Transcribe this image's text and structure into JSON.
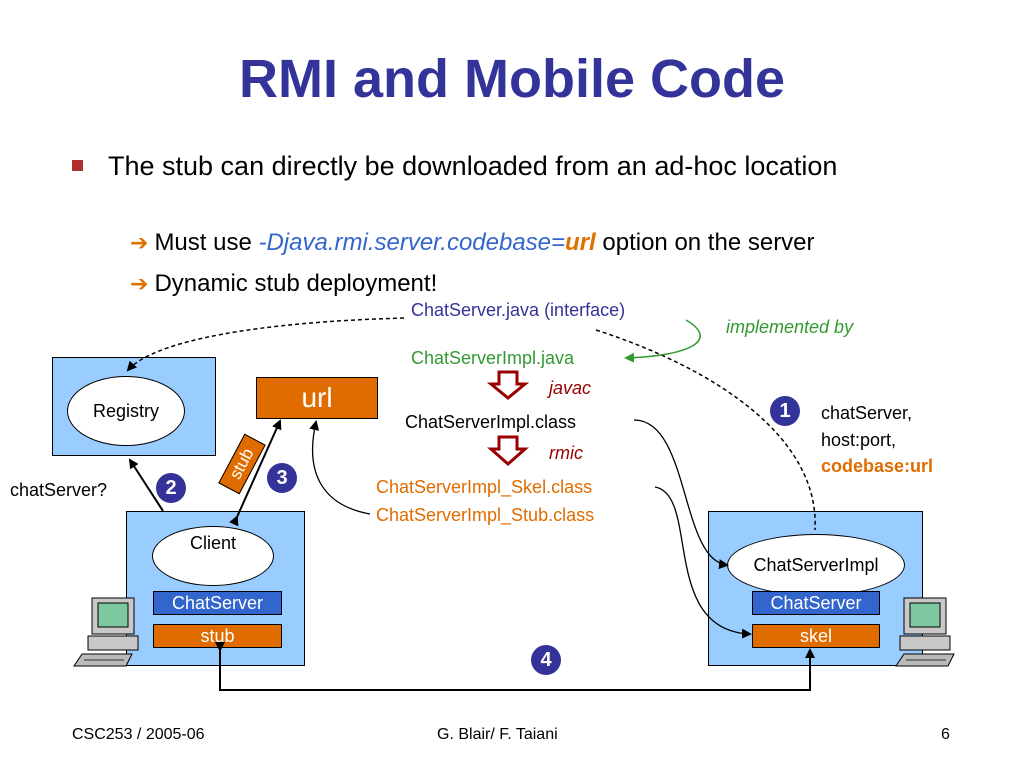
{
  "title": "RMI and Mobile Code",
  "bullet": {
    "text": "The stub can directly be downloaded from an ad-hoc location",
    "sub1_prefix": "Must use ",
    "sub1_code": "-Djava.rmi.server.codebase=",
    "sub1_url": "url",
    "sub1_suffix": " option on the server",
    "sub2": "Dynamic stub deployment!"
  },
  "diagram": {
    "interface_file": "ChatServer.java (interface)",
    "implemented_by": "implemented by",
    "impl_java": "ChatServerImpl.java",
    "javac": "javac",
    "impl_class": "ChatServerImpl.class",
    "rmic": "rmic",
    "skel_class": "ChatServerImpl_Skel.class",
    "stub_class": "ChatServerImpl_Stub.class",
    "registry": "Registry",
    "url": "url",
    "stub_tag": "stub",
    "chatserver_query": "chatServer?",
    "client": "Client",
    "client_interface": "ChatServer",
    "client_stub": "stub",
    "server_impl": "ChatServerImpl",
    "server_interface": "ChatServer",
    "server_skel": "skel",
    "bind_line1": "chatServer,",
    "bind_line2": "host:port,",
    "bind_line3": "codebase:url",
    "steps": [
      "1",
      "2",
      "3",
      "4"
    ]
  },
  "colors": {
    "title": "#333399",
    "accent_orange": "#e06c00",
    "green": "#339933",
    "dark_red": "#990000",
    "box_fill": "#99ccff"
  },
  "footer": {
    "left": "CSC253 / 2005-06",
    "center": "G. Blair/ F. Taiani",
    "right": "6"
  }
}
